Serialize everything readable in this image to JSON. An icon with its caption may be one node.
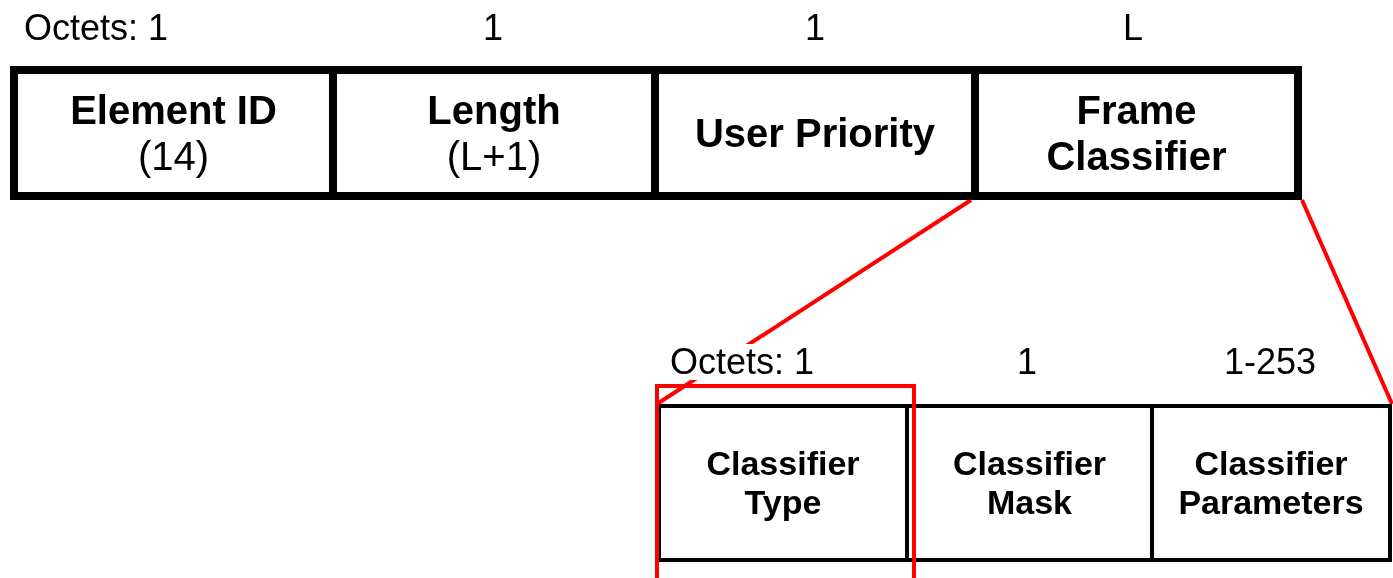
{
  "diagram": {
    "nodes": [
      {
        "text": [
          "Element ID",
          "(14)"
        ],
        "beside": [
          "Octets: 1"
        ]
      },
      {
        "text": [
          "Length",
          "(L+1)"
        ],
        "beside": [
          "1"
        ]
      },
      {
        "text": [
          "User Priority"
        ],
        "beside": [
          "1"
        ]
      },
      {
        "text": [
          "Frame Classifier"
        ],
        "beside": [
          "L"
        ]
      },
      {
        "text": [
          "Classifier Type"
        ],
        "beside": [
          "Octets: 1"
        ]
      },
      {
        "text": [
          "Classifier Mask"
        ],
        "beside": [
          "1"
        ]
      },
      {
        "text": [
          "Classifier Parameters"
        ],
        "beside": [
          "1-253"
        ]
      }
    ],
    "edges": [
      {
        "from": 3,
        "to": 4,
        "arrow": "none"
      },
      {
        "from": 3,
        "to": 6,
        "arrow": "none"
      }
    ]
  }
}
